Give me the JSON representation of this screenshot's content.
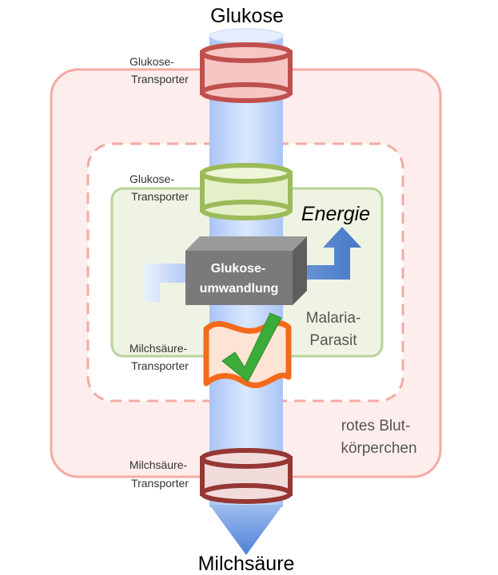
{
  "labels": {
    "top": "Glukose",
    "bottom": "Milchsäure",
    "energy": "Energie",
    "conversion_line1": "Glukose-",
    "conversion_line2": "umwandlung",
    "parasite_line1": "Malaria-",
    "parasite_line2": "Parasit",
    "rbc_line1": "rotes Blut-",
    "rbc_line2": "körperchen",
    "gt_rbc_line1": "Glukose-",
    "gt_rbc_line2": "Transporter",
    "gt_par_line1": "Glukose-",
    "gt_par_line2": "Transporter",
    "mt_par_line1": "Milchsäure-",
    "mt_par_line2": "Transporter",
    "mt_rbc_line1": "Milchsäure-",
    "mt_rbc_line2": "Transporter"
  },
  "colors": {
    "rbc_border": "#f3aaa3",
    "rbc_fill": "#fdeeed",
    "parasite_border": "#b6d39a",
    "parasite_fill": "#eef3e3",
    "glucose_transporter_rbc": "#c0504d",
    "glucose_transporter_parasite": "#9bbb59",
    "lactate_transporter_parasite": "#f36a1a",
    "lactate_transporter_rbc": "#953735",
    "check": "#3bab3a",
    "conversion_box": "#7a7a7a",
    "energy_arrow": "#4f81bd"
  },
  "icons": {
    "check": "check-icon",
    "energy": "energy-arrow-icon",
    "input": "input-arrow-icon"
  }
}
